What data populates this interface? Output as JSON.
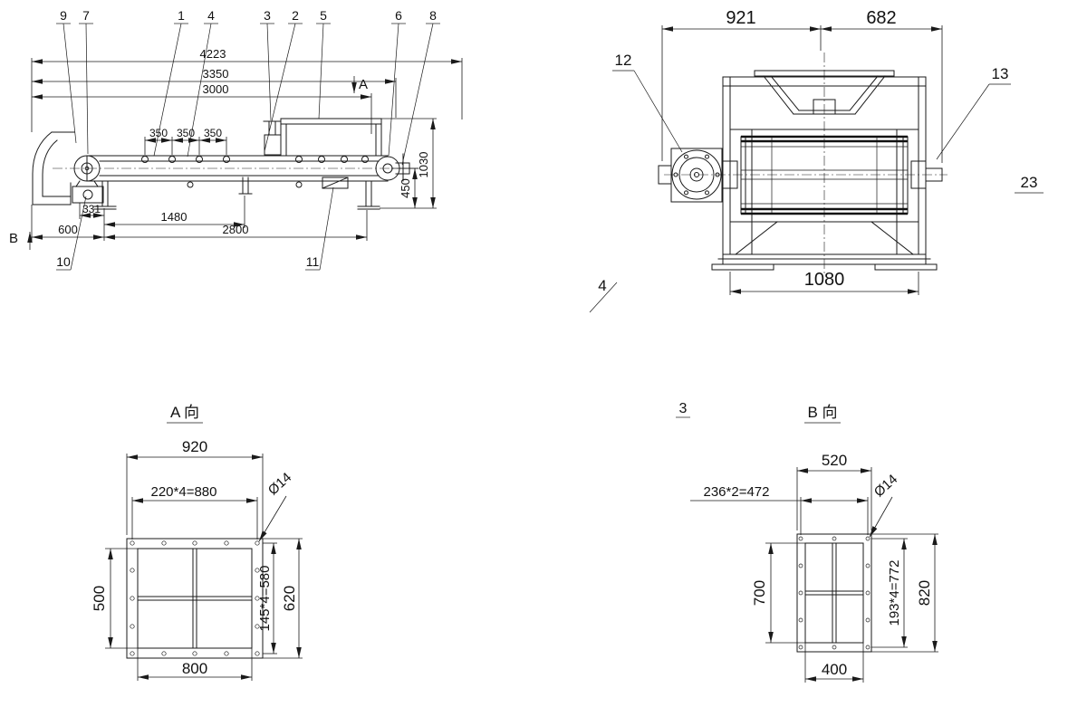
{
  "side_view": {
    "callouts": {
      "n9": "9",
      "n7": "7",
      "n1": "1",
      "n4": "4",
      "n3": "3",
      "n2": "2",
      "n5": "5",
      "n6": "6",
      "n8": "8",
      "n10": "10",
      "n11": "11"
    },
    "dims": {
      "total_length": "4223",
      "length_3350": "3350",
      "length_3000": "3000",
      "idler_pitch_1": "350",
      "idler_pitch_2": "350",
      "idler_pitch_3": "350",
      "drive_offset": "331",
      "span_1480": "1480",
      "left_600": "600",
      "span_2800": "2800",
      "belt_height": "450",
      "hopper_height": "1030"
    },
    "section_a": "A",
    "section_b": "B"
  },
  "end_view": {
    "callouts": {
      "n12": "12",
      "n13": "13"
    },
    "dims": {
      "left_width": "921",
      "right_width": "682",
      "base_width": "1080"
    },
    "sheet_number": "23",
    "mark": "4"
  },
  "view_a": {
    "title": "A 向",
    "dims": {
      "outer_width": "920",
      "bolt_spacing_h": "220*4=880",
      "hole_dia": "Ø14",
      "opening_height": "500",
      "bolt_spacing_v": "145*4=580",
      "outer_height": "620",
      "opening_width": "800"
    }
  },
  "view_b": {
    "mark": "3",
    "title": "B 向",
    "dims": {
      "outer_width": "520",
      "bolt_spacing_h": "236*2=472",
      "hole_dia": "Ø14",
      "opening_height": "700",
      "bolt_spacing_v": "193*4=772",
      "outer_height": "820",
      "opening_width": "400"
    }
  }
}
